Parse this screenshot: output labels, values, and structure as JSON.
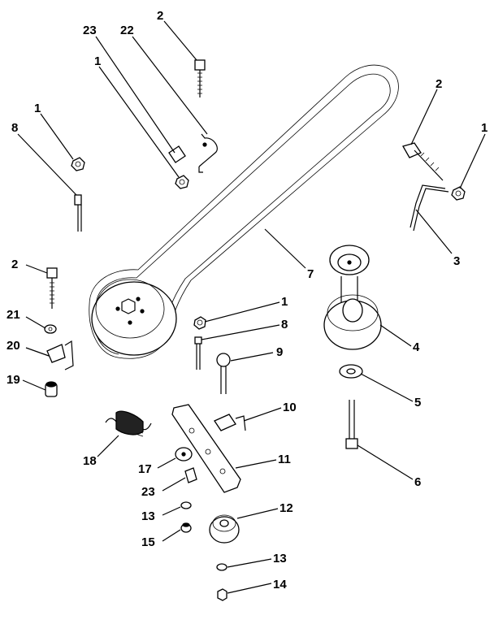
{
  "diagram": {
    "callouts": {
      "c2a": "2",
      "c23a": "23",
      "c22": "22",
      "c1a": "1",
      "c1b": "1",
      "c8a": "8",
      "c2b": "2",
      "c1c": "1",
      "c3": "3",
      "c7": "7",
      "c2c": "2",
      "c21": "21",
      "c20": "20",
      "c19": "19",
      "c1d": "1",
      "c8b": "8",
      "c9": "9",
      "c4": "4",
      "c5": "5",
      "c10": "10",
      "c6": "6",
      "c18": "18",
      "c11": "11",
      "c17": "17",
      "c23b": "23",
      "c13a": "13",
      "c12": "12",
      "c15": "15",
      "c13b": "13",
      "c14": "14"
    }
  }
}
